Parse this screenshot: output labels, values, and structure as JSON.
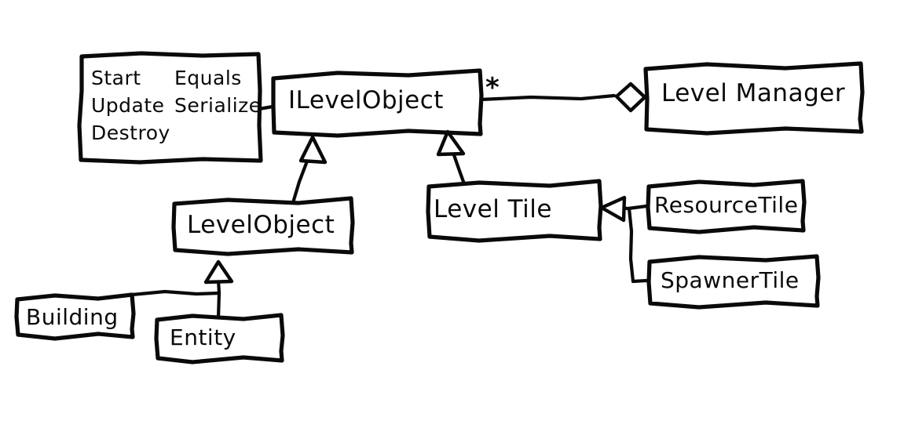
{
  "diagram": {
    "title": "UML class diagram (hand-drawn)",
    "style": "hand-drawn sketch, black ink on white",
    "stroke_color": "#0a0a0a",
    "background_color": "#ffffff"
  },
  "nodes": {
    "methods_note": {
      "label": "Start Equals / Update Serialize / Destroy",
      "column_left": "Start\nUpdate\nDestroy",
      "column_right": "Equals\nSerialize",
      "items_left": [
        "Start",
        "Update",
        "Destroy"
      ],
      "items_right": [
        "Equals",
        "Serialize"
      ]
    },
    "ilevelobject": {
      "label": "ILevelObject"
    },
    "levelmanager": {
      "label": "Level Manager"
    },
    "levelobject": {
      "label": "LevelObject"
    },
    "leveltile": {
      "label": "Level Tile"
    },
    "resourcetile": {
      "label": "ResourceTile"
    },
    "spawnertile": {
      "label": "SpawnerTile"
    },
    "building": {
      "label": "Building"
    },
    "entity": {
      "label": "Entity"
    }
  },
  "edges": {
    "multiplicity_star": "*",
    "relations": [
      {
        "from": "methods_note",
        "to": "ilevelobject",
        "type": "note-link"
      },
      {
        "from": "ilevelobject",
        "to": "levelmanager",
        "type": "aggregation",
        "multiplicity": "*"
      },
      {
        "from": "levelobject",
        "to": "ilevelobject",
        "type": "realization"
      },
      {
        "from": "leveltile",
        "to": "ilevelobject",
        "type": "realization"
      },
      {
        "from": "entity",
        "to": "levelobject",
        "type": "inheritance"
      },
      {
        "from": "building",
        "to": "levelobject",
        "type": "inheritance"
      },
      {
        "from": "resourcetile",
        "to": "leveltile",
        "type": "inheritance"
      },
      {
        "from": "spawnertile",
        "to": "leveltile",
        "type": "inheritance"
      }
    ]
  }
}
